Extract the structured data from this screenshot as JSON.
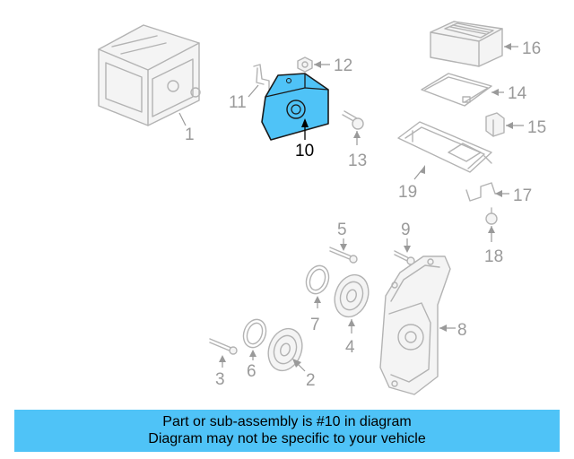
{
  "highlight_color": "#4fc3f7",
  "labels": {
    "l1": "1",
    "l2": "2",
    "l3": "3",
    "l4": "4",
    "l5": "5",
    "l6": "6",
    "l7": "7",
    "l8": "8",
    "l9": "9",
    "l10": "10",
    "l11": "11",
    "l12": "12",
    "l13": "13",
    "l14": "14",
    "l15": "15",
    "l16": "16",
    "l17": "17",
    "l18": "18",
    "l19": "19"
  },
  "banner": {
    "line1": "Part or sub-assembly is #10 in diagram",
    "line2": "Diagram may not be specific to your vehicle"
  }
}
